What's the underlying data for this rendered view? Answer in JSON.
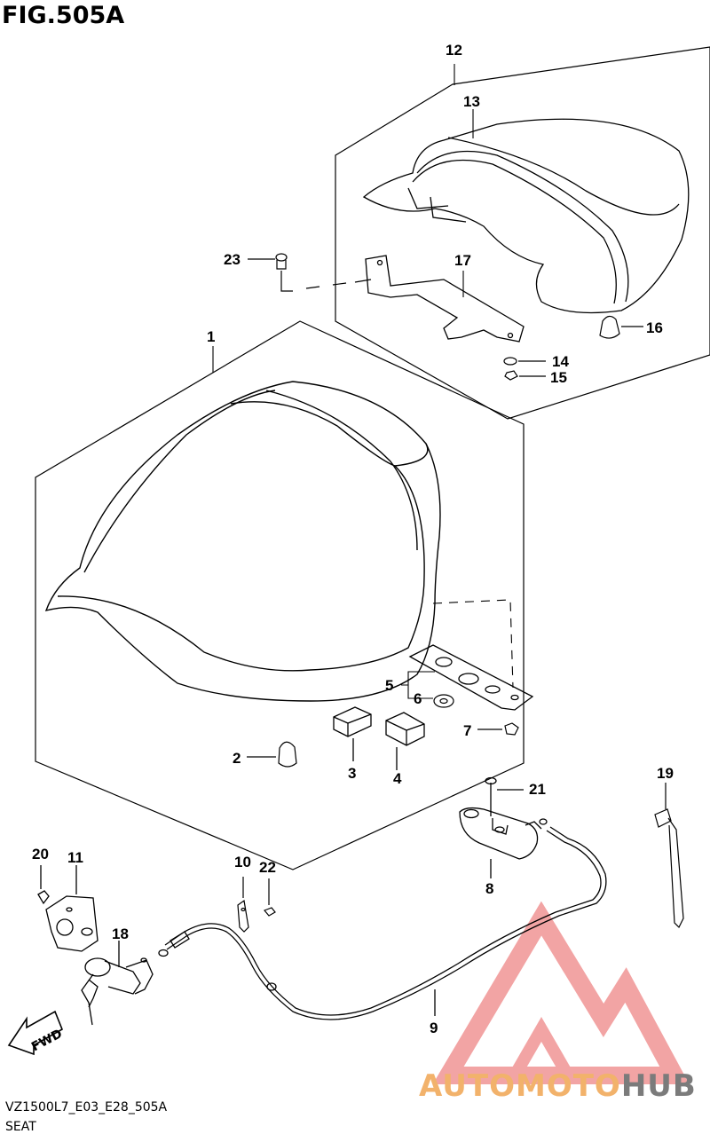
{
  "figure": {
    "title": "FIG.505A"
  },
  "callouts": [
    {
      "id": "1",
      "label": "1"
    },
    {
      "id": "2",
      "label": "2"
    },
    {
      "id": "3",
      "label": "3"
    },
    {
      "id": "4",
      "label": "4"
    },
    {
      "id": "5",
      "label": "5"
    },
    {
      "id": "6",
      "label": "6"
    },
    {
      "id": "7",
      "label": "7"
    },
    {
      "id": "8",
      "label": "8"
    },
    {
      "id": "9",
      "label": "9"
    },
    {
      "id": "10",
      "label": "10"
    },
    {
      "id": "11",
      "label": "11"
    },
    {
      "id": "12",
      "label": "12"
    },
    {
      "id": "13",
      "label": "13"
    },
    {
      "id": "14",
      "label": "14"
    },
    {
      "id": "15",
      "label": "15"
    },
    {
      "id": "16",
      "label": "16"
    },
    {
      "id": "17",
      "label": "17"
    },
    {
      "id": "18",
      "label": "18"
    },
    {
      "id": "19",
      "label": "19"
    },
    {
      "id": "20",
      "label": "20"
    },
    {
      "id": "21",
      "label": "21"
    },
    {
      "id": "22",
      "label": "22"
    },
    {
      "id": "23",
      "label": "23"
    }
  ],
  "direction_label": "FWD",
  "footer": {
    "code": "VZ1500L7_E03_E28_505A",
    "name": "SEAT"
  },
  "watermark": {
    "part1": "AUTO",
    "part2": "MOTO",
    "part3": "HUB"
  },
  "colors": {
    "line": "#000000",
    "watermark_orange": "#f2b26b",
    "watermark_gray": "#7b7b7b",
    "watermark_red": "#e85a5a"
  }
}
